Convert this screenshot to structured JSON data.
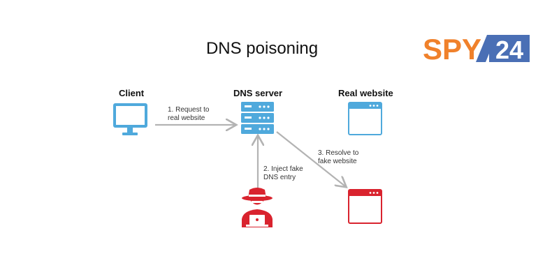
{
  "title": "DNS poisoning",
  "logo": {
    "text_left": "SPY",
    "text_right": "24",
    "color_left": "#f0812b",
    "color_right": "#4a6fb5"
  },
  "nodes": {
    "client": "Client",
    "dns_server": "DNS server",
    "real_website": "Real website"
  },
  "steps": {
    "step1": "1. Request to\n    real website",
    "step2": "2. Inject fake\n    DNS entry",
    "step3": "3. Resolve to\n    fake website"
  },
  "colors": {
    "good": "#4fa9dc",
    "bad": "#d9232e",
    "arrow": "#b3b3b3"
  },
  "icons": [
    "monitor-icon",
    "server-icon",
    "browser-window-icon",
    "hacker-icon",
    "fake-browser-window-icon"
  ]
}
